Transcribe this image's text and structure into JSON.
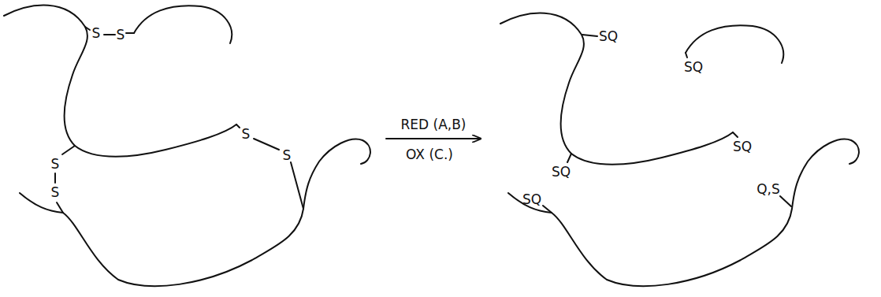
{
  "diagram": {
    "labels": [
      "S",
      "S",
      "S",
      "S",
      "S",
      "S",
      "RED (A,B)",
      "OX (C.)",
      "SQ",
      "SQ",
      "SQ",
      "SQ",
      "SQ",
      "Q,S"
    ]
  }
}
